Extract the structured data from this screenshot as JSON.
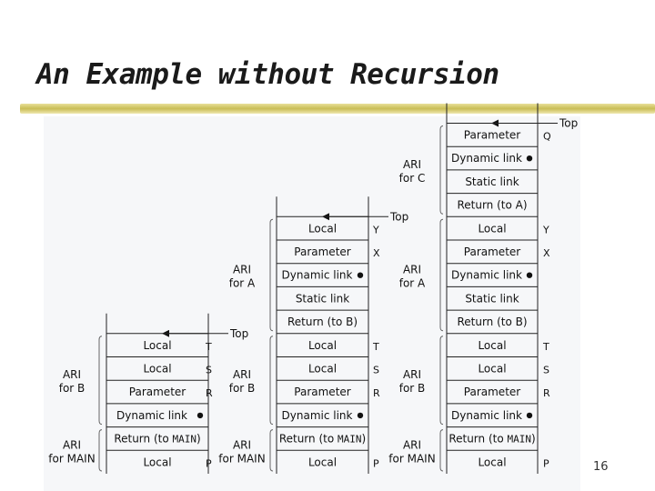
{
  "slide": {
    "title": "An Example without Recursion",
    "page_number": "16",
    "top_label": "Top"
  },
  "stacks": [
    {
      "cells": [
        {
          "text": "Local",
          "var": "T"
        },
        {
          "text": "Local",
          "var": "S"
        },
        {
          "text": "Parameter",
          "var": "R"
        },
        {
          "text": "Dynamic link",
          "var": "",
          "dot": true
        },
        {
          "text": "Return (to ",
          "mono": "MAIN",
          "suffix": ")",
          "var": ""
        },
        {
          "text": "Local",
          "var": "P"
        }
      ],
      "aris": [
        {
          "line1": "ARI",
          "line2": "for B"
        },
        {
          "line1": "ARI",
          "line2": "for MAIN"
        }
      ]
    },
    {
      "cells": [
        {
          "text": "Local",
          "var": "Y"
        },
        {
          "text": "Parameter",
          "var": "X"
        },
        {
          "text": "Dynamic link",
          "var": "",
          "dot": true
        },
        {
          "text": "Static link",
          "var": ""
        },
        {
          "text": "Return (to B)",
          "var": ""
        },
        {
          "text": "Local",
          "var": "T"
        },
        {
          "text": "Local",
          "var": "S"
        },
        {
          "text": "Parameter",
          "var": "R"
        },
        {
          "text": "Dynamic link",
          "var": "",
          "dot": true
        },
        {
          "text": "Return (to ",
          "mono": "MAIN",
          "suffix": ")",
          "var": ""
        },
        {
          "text": "Local",
          "var": "P"
        }
      ],
      "aris": [
        {
          "line1": "ARI",
          "line2": "for A"
        },
        {
          "line1": "ARI",
          "line2": "for B"
        },
        {
          "line1": "ARI",
          "line2": "for MAIN"
        }
      ]
    },
    {
      "cells": [
        {
          "text": "Parameter",
          "var": "Q"
        },
        {
          "text": "Dynamic link",
          "var": "",
          "dot": true
        },
        {
          "text": "Static link",
          "var": ""
        },
        {
          "text": "Return (to A)",
          "var": ""
        },
        {
          "text": "Local",
          "var": "Y"
        },
        {
          "text": "Parameter",
          "var": "X"
        },
        {
          "text": "Dynamic link",
          "var": "",
          "dot": true
        },
        {
          "text": "Static link",
          "var": ""
        },
        {
          "text": "Return (to B)",
          "var": ""
        },
        {
          "text": "Local",
          "var": "T"
        },
        {
          "text": "Local",
          "var": "S"
        },
        {
          "text": "Parameter",
          "var": "R"
        },
        {
          "text": "Dynamic link",
          "var": "",
          "dot": true
        },
        {
          "text": "Return (to ",
          "mono": "MAIN",
          "suffix": ")",
          "var": ""
        },
        {
          "text": "Local",
          "var": "P"
        }
      ],
      "aris": [
        {
          "line1": "ARI",
          "line2": "for C"
        },
        {
          "line1": "ARI",
          "line2": "for A"
        },
        {
          "line1": "ARI",
          "line2": "for B"
        },
        {
          "line1": "ARI",
          "line2": "for MAIN"
        }
      ]
    }
  ]
}
